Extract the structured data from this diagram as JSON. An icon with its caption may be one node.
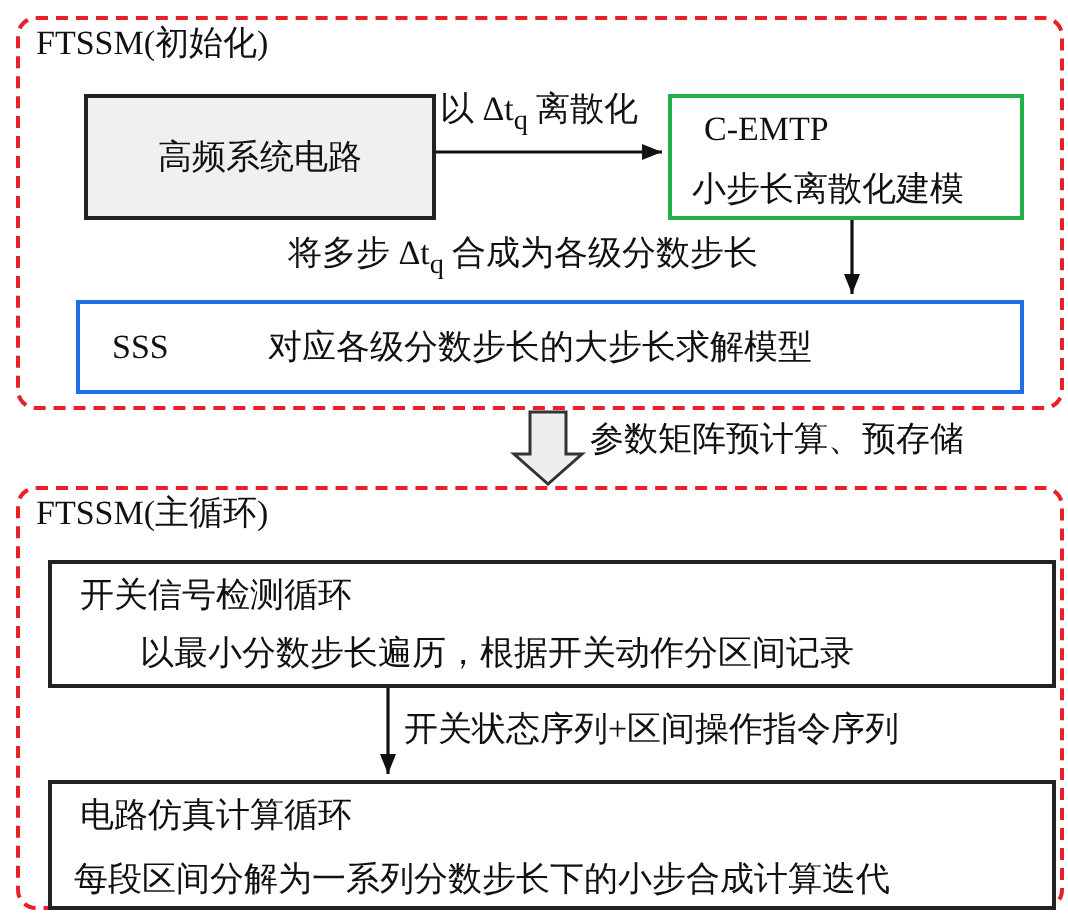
{
  "diagram": {
    "nodes": [
      {
        "text": [
          "FTSSM(初始化)"
        ]
      },
      {
        "text": [
          "高频系统电路"
        ],
        "in": 0
      },
      {
        "text": [
          "C-EMTP",
          "小步长离散化建模"
        ],
        "in": 0
      },
      {
        "text": [
          "SSS",
          "对应各级分数步长的大步长求解模型"
        ],
        "in": 0
      },
      {
        "text": [
          "FTSSM(主循环)"
        ]
      },
      {
        "text": [
          "开关信号检测循环",
          "以最小分数步长遍历，根据开关动作分区间记录"
        ],
        "in": 4
      },
      {
        "text": [
          "电路仿真计算循环",
          "每段区间分解为一系列分数步长下的小步合成计算迭代"
        ],
        "in": 4
      }
    ],
    "edges": [
      {
        "from": 1,
        "to": 2,
        "arrow": "to",
        "label": "以 Δt$_{q}$ 离散化"
      },
      {
        "from": 2,
        "to": 3,
        "arrow": "to",
        "label": "将多步 Δt$_{q}$ 合成为各级分数步长"
      },
      {
        "from": 0,
        "to": 4,
        "arrow": "to",
        "style": "thick",
        "label": "参数矩阵预计算、预存储"
      },
      {
        "from": 5,
        "to": 6,
        "arrow": "to",
        "label": "开关状态序列+区间操作指令序列"
      }
    ]
  }
}
